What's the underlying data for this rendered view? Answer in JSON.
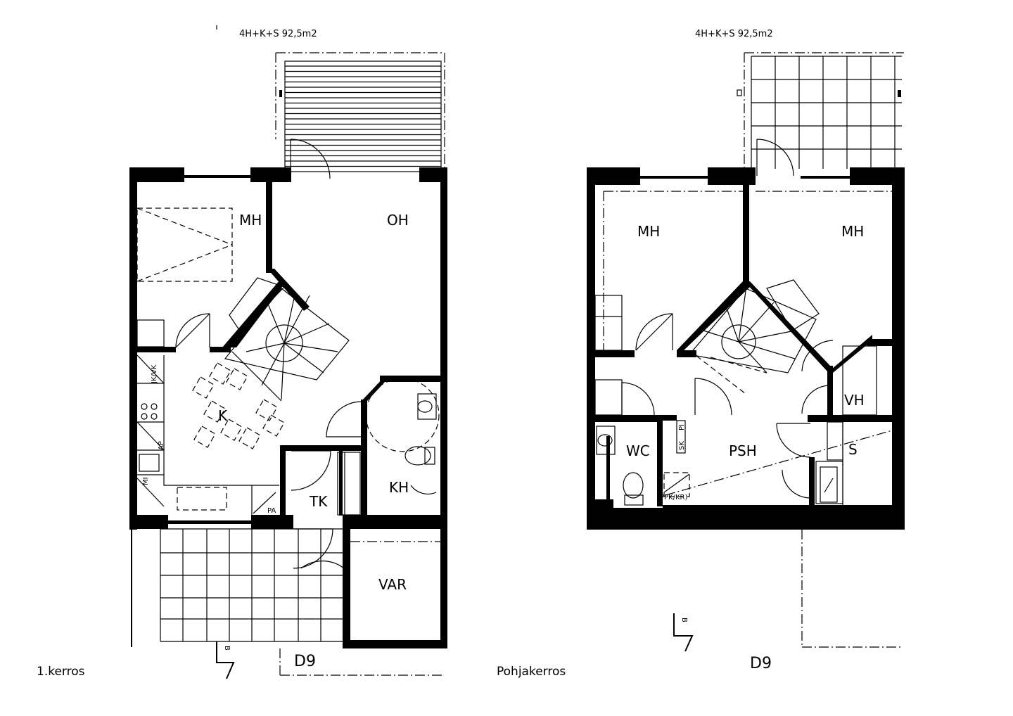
{
  "left_plan": {
    "area_label": "4H+K+S  92,5m2",
    "caption": "1.kerros",
    "section_mark": "D9",
    "section_letter": "B",
    "rooms": {
      "mh": "MH",
      "oh": "OH",
      "k": "K",
      "kh": "KH",
      "tk": "TK",
      "var": "VAR"
    },
    "fixtures": {
      "jk_vk": "JK/VK",
      "ap": "AP",
      "mi": "MI",
      "pa": "PA"
    }
  },
  "right_plan": {
    "area_label": "4H+K+S  92,5m2",
    "caption": "Pohjakerros",
    "section_mark": "D9",
    "section_letter": "B",
    "rooms": {
      "mh_left": "MH",
      "mh_right": "MH",
      "vh": "VH",
      "wc": "WC",
      "psh": "PSH",
      "s": "S"
    },
    "fixtures": {
      "ppk_kr": "PPK/KR)",
      "sk": "SK",
      "pi": "PI"
    }
  }
}
